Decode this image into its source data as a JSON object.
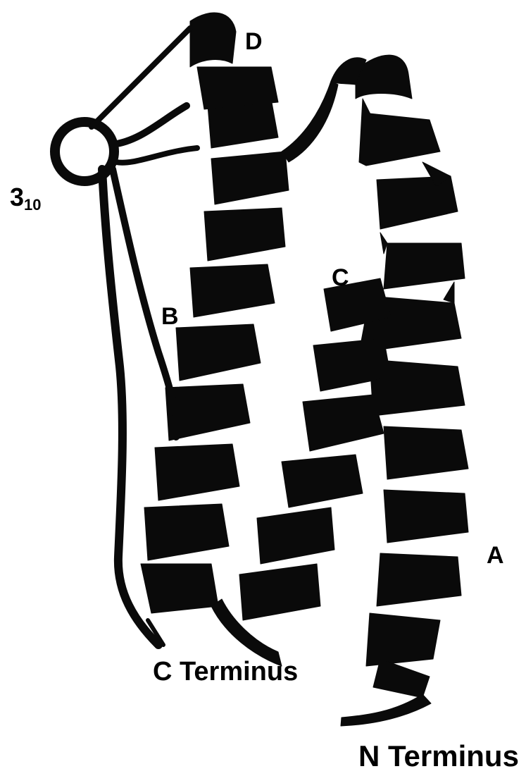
{
  "figure": {
    "labels": {
      "helix_d": "D",
      "helix_3_10_main": "3",
      "helix_3_10_sub": "10",
      "helix_c": "C",
      "helix_b": "B",
      "helix_a": "A",
      "c_terminus": "C Terminus",
      "n_terminus": "N Terminus"
    },
    "colors": {
      "ribbon": "#0a0a0a",
      "background": "#ffffff"
    }
  }
}
